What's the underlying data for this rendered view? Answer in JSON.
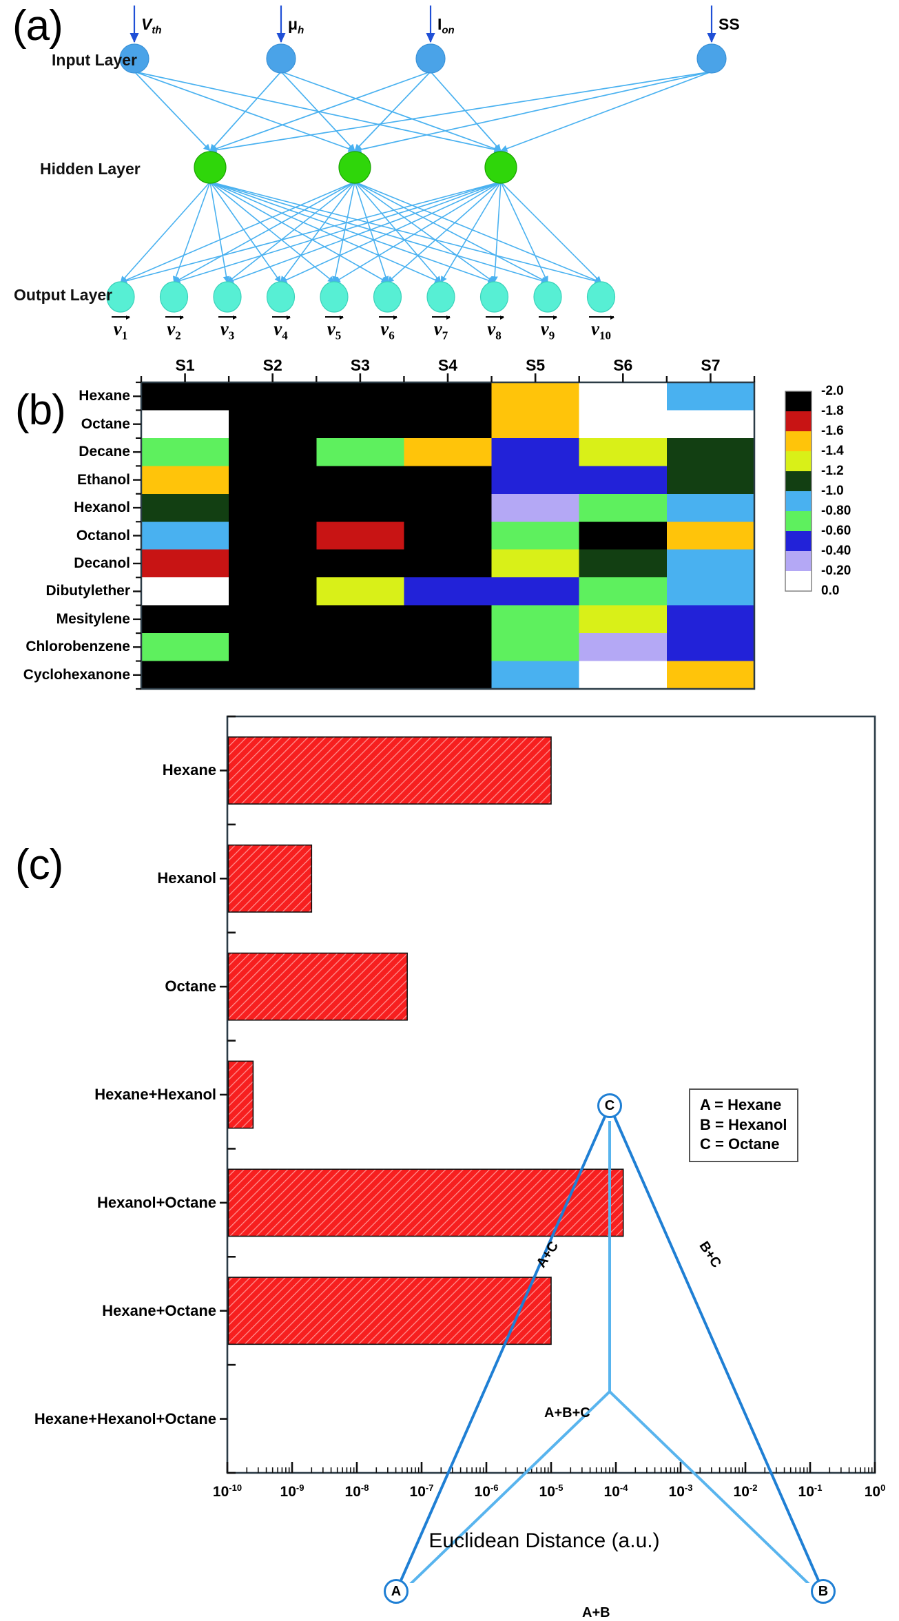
{
  "figure": {
    "panels": [
      {
        "id": "a",
        "letter": "(a)"
      },
      {
        "id": "b",
        "letter": "(b)"
      },
      {
        "id": "c",
        "letter": "(c)"
      }
    ]
  },
  "panel_a": {
    "letter": "(a)",
    "layers": [
      {
        "name": "input",
        "label": "Input Layer",
        "node_count": 4,
        "node_color": "#4aa3e8"
      },
      {
        "name": "hidden",
        "label": "Hidden Layer",
        "node_count": 3,
        "node_color": "#2fd60a"
      },
      {
        "name": "output",
        "label": "Output Layer",
        "node_count": 10,
        "node_color": "#57efd4"
      }
    ],
    "input_labels": [
      {
        "text": "V",
        "sub": "th",
        "italic": true
      },
      {
        "text": "μ",
        "sub": "h",
        "italic": false
      },
      {
        "text": "I",
        "sub": "on",
        "italic": false
      },
      {
        "text": "SS",
        "sub": "",
        "italic": false
      }
    ],
    "output_labels": [
      "1",
      "2",
      "3",
      "4",
      "5",
      "6",
      "7",
      "8",
      "9",
      "10"
    ],
    "output_symbol": "v",
    "edge_color": "#49b1f0",
    "arrow_color": "#1f4fd6"
  },
  "panel_b": {
    "letter": "(b)",
    "column_headers": [
      "S1",
      "S2",
      "S3",
      "S4",
      "S5",
      "S6",
      "S7"
    ],
    "row_labels": [
      "Hexane",
      "Octane",
      "Decane",
      "Ethanol",
      "Hexanol",
      "Octanol",
      "Decanol",
      "Dibutylether",
      "Mesitylene",
      "Chlorobenzene",
      "Cyclohexanone"
    ],
    "colorbar": {
      "tick_labels": [
        "-2.0",
        "-1.8",
        "-1.6",
        "-1.4",
        "-1.2",
        "-1.0",
        "-0.80",
        "-0.60",
        "-0.40",
        "-0.20",
        "0.0"
      ],
      "band_colors": [
        "#000000",
        "#c81414",
        "#ffc40a",
        "#d9f018",
        "#123f12",
        "#49b1f0",
        "#5ef05e",
        "#2222d8",
        "#b4a8f5",
        "#ffffff"
      ]
    },
    "cells": [
      [
        "#000000",
        "#000000",
        "#000000",
        "#000000",
        "#ffc40a",
        "#ffffff",
        "#49b1f0"
      ],
      [
        "#ffffff",
        "#000000",
        "#000000",
        "#000000",
        "#ffc40a",
        "#ffffff",
        "#ffffff"
      ],
      [
        "#5ef05e",
        "#000000",
        "#5ef05e",
        "#ffc40a",
        "#2222d8",
        "#d9f018",
        "#123f12"
      ],
      [
        "#ffc40a",
        "#000000",
        "#000000",
        "#000000",
        "#2222d8",
        "#2222d8",
        "#123f12"
      ],
      [
        "#123f12",
        "#000000",
        "#000000",
        "#000000",
        "#b4a8f5",
        "#5ef05e",
        "#49b1f0"
      ],
      [
        "#49b1f0",
        "#000000",
        "#c81414",
        "#000000",
        "#5ef05e",
        "#000000",
        "#ffc40a"
      ],
      [
        "#c81414",
        "#000000",
        "#000000",
        "#000000",
        "#d9f018",
        "#123f12",
        "#49b1f0"
      ],
      [
        "#ffffff",
        "#000000",
        "#d9f018",
        "#2222d8",
        "#2222d8",
        "#5ef05e",
        "#49b1f0"
      ],
      [
        "#000000",
        "#000000",
        "#000000",
        "#000000",
        "#5ef05e",
        "#d9f018",
        "#2222d8"
      ],
      [
        "#5ef05e",
        "#000000",
        "#000000",
        "#000000",
        "#5ef05e",
        "#b4a8f5",
        "#2222d8"
      ],
      [
        "#000000",
        "#000000",
        "#000000",
        "#000000",
        "#49b1f0",
        "#ffffff",
        "#ffc40a"
      ]
    ]
  },
  "panel_c": {
    "letter": "(c)",
    "xlabel": "Euclidean Distance (a.u.)",
    "x_tick_labels": [
      "10",
      "10",
      "10",
      "10",
      "10",
      "10",
      "10",
      "10",
      "10",
      "10",
      "10"
    ],
    "x_tick_exponents": [
      "-10",
      "-9",
      "-8",
      "-7",
      "-6",
      "-5",
      "-4",
      "-3",
      "-2",
      "-1",
      "0"
    ],
    "bar_color": "#f71f1f",
    "inset": {
      "nodes": [
        {
          "id": "A",
          "label": "A"
        },
        {
          "id": "B",
          "label": "B"
        },
        {
          "id": "C",
          "label": "C"
        }
      ],
      "edge_labels": [
        "A+C",
        "B+C",
        "A+B",
        "A+B+C"
      ],
      "legend": [
        "A = Hexane",
        "B = Hexanol",
        "C = Octane"
      ],
      "line_color": "#1f7fd4"
    },
    "chart_data": {
      "type": "bar",
      "orientation": "horizontal",
      "title": "",
      "xlabel": "Euclidean Distance (a.u.)",
      "ylabel": "",
      "xscale": "log",
      "xlim": [
        1e-10,
        1
      ],
      "x_ticks": [
        1e-10,
        1e-09,
        1e-08,
        1e-07,
        1e-06,
        1e-05,
        0.0001,
        0.001,
        0.01,
        0.1,
        1
      ],
      "x_tick_labels": [
        "10⁻¹⁰",
        "10⁻⁹",
        "10⁻⁸",
        "10⁻⁷",
        "10⁻⁶",
        "10⁻⁵",
        "10⁻⁴",
        "10⁻³",
        "10⁻²",
        "10⁻¹",
        "10⁰"
      ],
      "categories": [
        "Hexane",
        "Hexanol",
        "Octane",
        "Hexane+Hexanol",
        "Hexanol+Octane",
        "Hexane+Octane",
        "Hexane+Hexanol+Octane"
      ],
      "values": [
        1e-05,
        2e-09,
        6e-08,
        2.5e-10,
        0.00013,
        1e-05,
        0.0
      ],
      "grid": false,
      "legend_position": "none"
    }
  }
}
